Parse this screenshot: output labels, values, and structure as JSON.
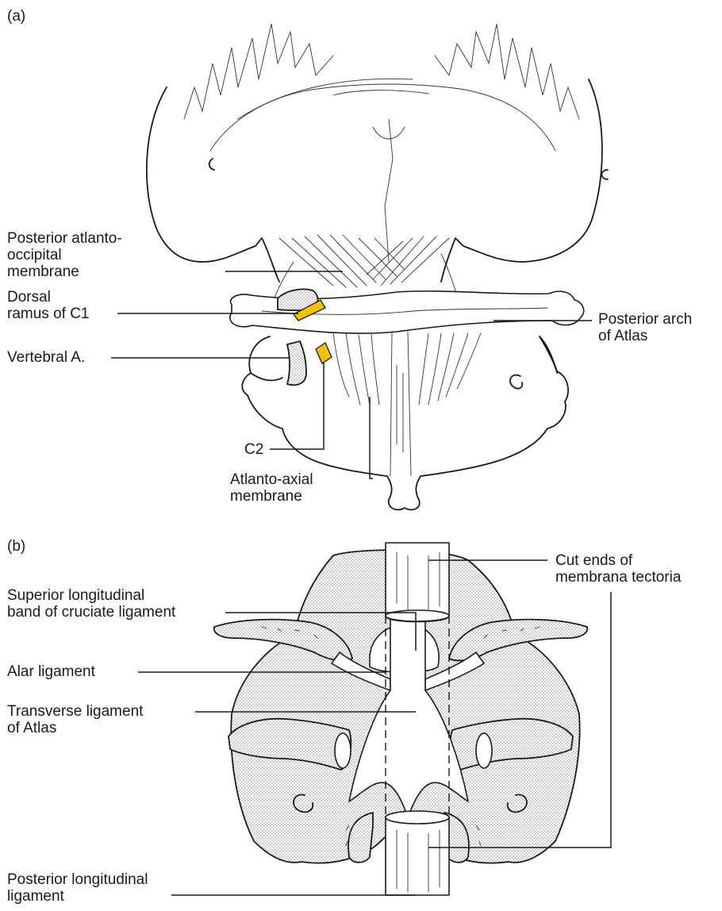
{
  "panel_a": {
    "label": "(a)",
    "labels": {
      "posterior_atlanto_occipital": "Posterior atlanto-\noccipital\nmembrane",
      "dorsal_ramus": "Dorsal\nramus of C1",
      "vertebral_artery": "Vertebral A.",
      "posterior_arch": "Posterior arch\nof Atlas",
      "c2": "C2",
      "atlanto_axial": "Atlanto-axial\nmembrane"
    }
  },
  "panel_b": {
    "label": "(b)",
    "labels": {
      "cut_ends": "Cut ends of\nmembrana tectoria",
      "superior_band": "Superior longitudinal\nband of cruciate ligament",
      "alar": "Alar ligament",
      "transverse": "Transverse ligament\nof Atlas",
      "posterior_longitudinal": "Posterior longitudinal\nligament"
    }
  },
  "colors": {
    "nerve": "#f2c200",
    "ink": "#1a1a1a",
    "bone_stipple": "#9a9a9a"
  }
}
